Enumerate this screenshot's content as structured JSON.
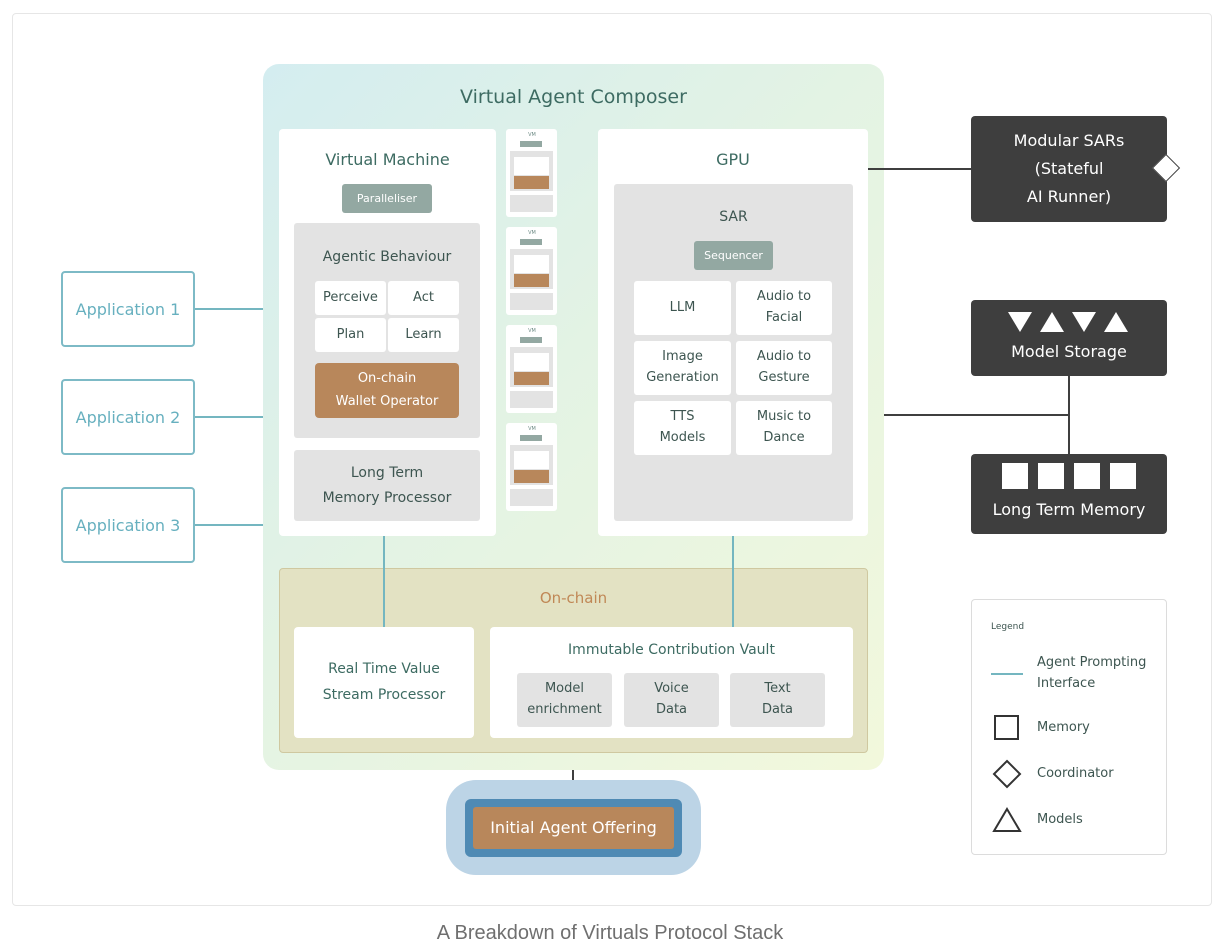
{
  "caption": "A Breakdown of Virtuals Protocol Stack",
  "composer": {
    "title": "Virtual Agent Composer",
    "virtual_machine": {
      "title": "Virtual Machine",
      "paralleliser": "Paralleliser",
      "agentic_behaviour": {
        "title": "Agentic Behaviour",
        "cells": [
          "Perceive",
          "Act",
          "Plan",
          "Learn"
        ],
        "wallet_line1": "On-chain",
        "wallet_line2": "Wallet Operator"
      },
      "ltm_processor_line1": "Long Term",
      "ltm_processor_line2": "Memory Processor"
    },
    "vm_mini_label": "VM",
    "gpu": {
      "title": "GPU",
      "sar": {
        "title": "SAR",
        "sequencer": "Sequencer",
        "cells": [
          {
            "l1": "LLM",
            "l2": ""
          },
          {
            "l1": "Audio to",
            "l2": "Facial"
          },
          {
            "l1": "Image",
            "l2": "Generation"
          },
          {
            "l1": "Audio to",
            "l2": "Gesture"
          },
          {
            "l1": "TTS",
            "l2": "Models"
          },
          {
            "l1": "Music to",
            "l2": "Dance"
          }
        ]
      }
    },
    "onchain": {
      "title": "On-chain",
      "rtvs_line1": "Real Time Value",
      "rtvs_line2": "Stream Processor",
      "vault": {
        "title": "Immutable Contribution Vault",
        "cells": [
          {
            "l1": "Model",
            "l2": "enrichment"
          },
          {
            "l1": "Voice",
            "l2": "Data"
          },
          {
            "l1": "Text",
            "l2": "Data"
          }
        ]
      }
    }
  },
  "applications": [
    "Application 1",
    "Application 2",
    "Application 3"
  ],
  "modular_sars": {
    "l1": "Modular SARs",
    "l2": "(Stateful",
    "l3": "AI Runner)"
  },
  "model_storage": "Model Storage",
  "long_term_memory": "Long Term Memory",
  "initial_agent_offering": "Initial Agent Offering",
  "legend": {
    "title": "Legend",
    "items": [
      {
        "icon": "line-icon",
        "l1": "Agent Prompting",
        "l2": "Interface"
      },
      {
        "icon": "square-icon",
        "l1": "Memory",
        "l2": ""
      },
      {
        "icon": "diamond-icon",
        "l1": "Coordinator",
        "l2": ""
      },
      {
        "icon": "triangle-icon",
        "l1": "Models",
        "l2": ""
      }
    ]
  },
  "colors": {
    "teal_text": "#3d6b62",
    "app_border": "#7dbac6",
    "connector": "#74b6c0",
    "orange": "#b8875b",
    "dark": "#3e3e3e",
    "onchain_bg": "#e3e2c3",
    "iao_outer": "#bcd4e6",
    "iao_border": "#4f8ab4"
  }
}
